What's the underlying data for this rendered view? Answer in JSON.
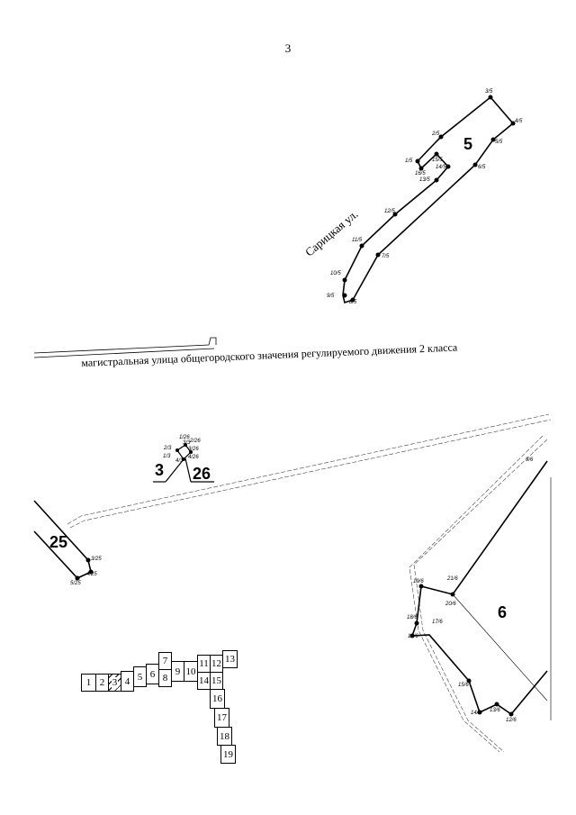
{
  "page_number": "3",
  "road_label": "магистральная улица общегородского значения регулируемого движения 2 класса",
  "street_label": "Сарицкая ул.",
  "plots": {
    "p5": "5",
    "p3": "3",
    "p26": "26",
    "p25": "25",
    "p6": "6"
  },
  "points_5": [
    "1/5",
    "2/5",
    "3/5",
    "4/5",
    "5/5",
    "6/5",
    "7/5",
    "8/5",
    "9/5",
    "10/5",
    "11/5",
    "12/5",
    "13/5",
    "14/5",
    "15/5",
    "16/5"
  ],
  "points_6": [
    "9/6",
    "21/6",
    "20/6",
    "19/6",
    "18/6",
    "17/6",
    "16/6",
    "15/6",
    "14/6",
    "13/6",
    "12/6"
  ],
  "points_25": [
    "3/25",
    "4/25",
    "5/25"
  ],
  "points_cluster": [
    "1/26",
    "2/26",
    "3/26",
    "4/26",
    "1/3",
    "2/3",
    "3/3",
    "4/3"
  ],
  "sheet_index": [
    "1",
    "2",
    "3",
    "4",
    "5",
    "6",
    "7",
    "8",
    "9",
    "10",
    "11",
    "12",
    "13",
    "14",
    "15",
    "16",
    "17",
    "18",
    "19"
  ],
  "highlighted_sheet": "3"
}
